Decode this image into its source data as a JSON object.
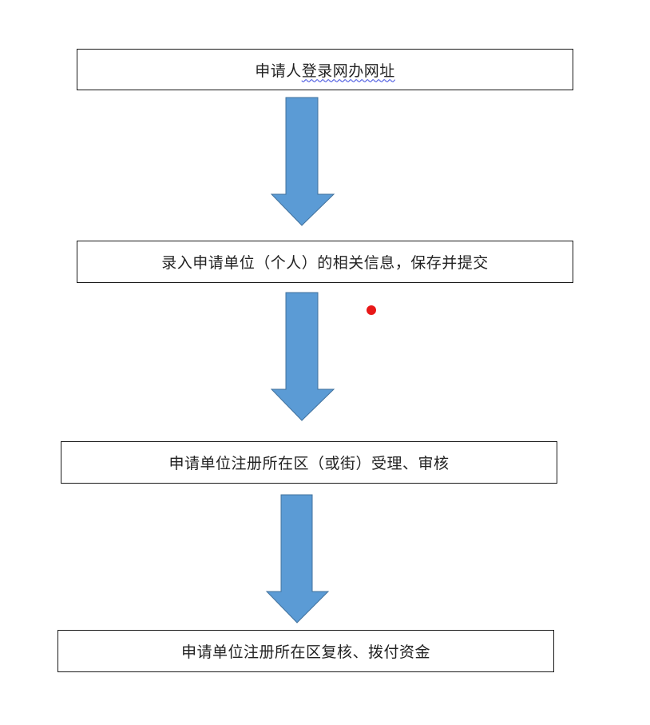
{
  "flowchart": {
    "steps": [
      {
        "text_plain": "申请人",
        "text_marked": "登录网办网址"
      },
      {
        "text": "录入申请单位（个人）的相关信息，保存并提交"
      },
      {
        "text": "申请单位注册所在区（或街）受理、审核"
      },
      {
        "text": "申请单位注册所在区复核、拨付资金"
      }
    ],
    "arrow_color": "#5b9bd5",
    "arrow_stroke": "#41719c",
    "marker_color": "#e81818"
  }
}
